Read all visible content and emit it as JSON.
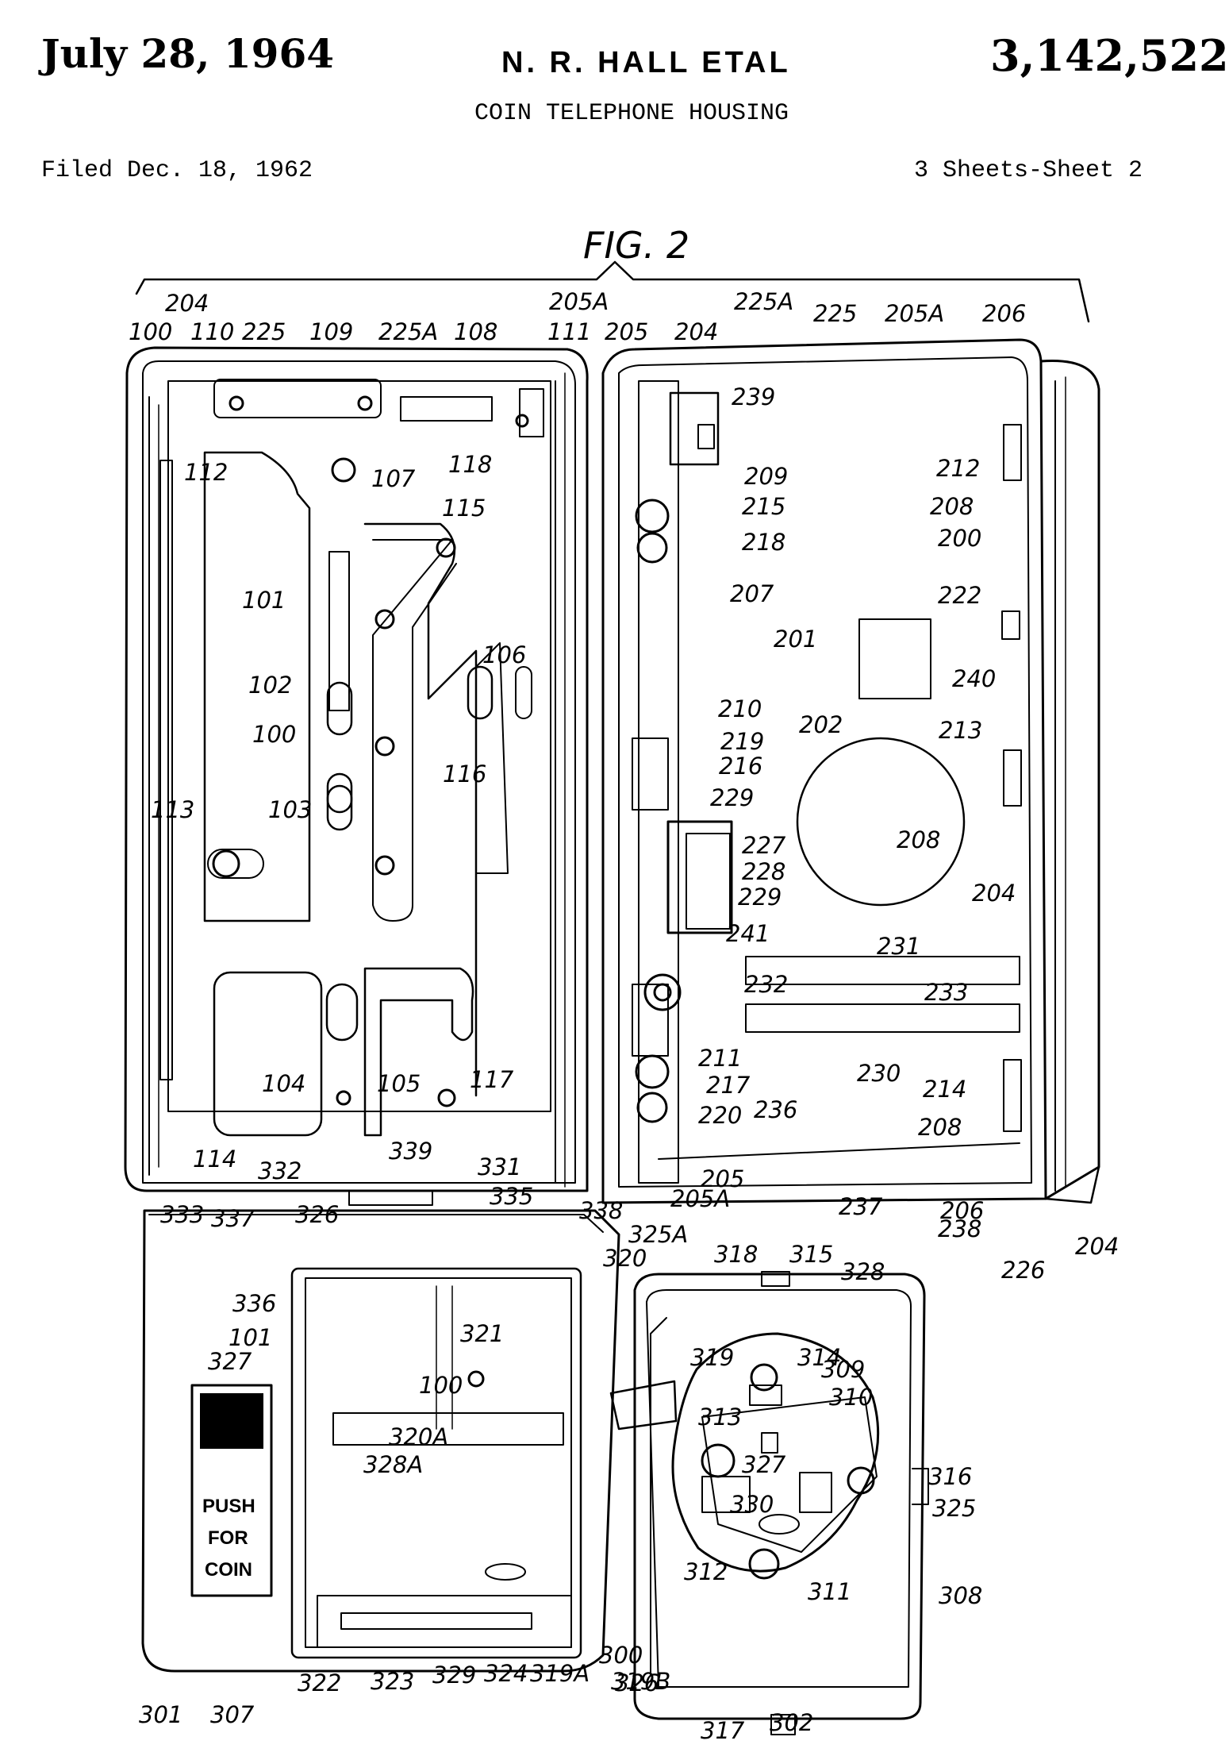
{
  "header": {
    "date": "July 28, 1964",
    "inventor": "N. R. HALL ETAL",
    "patent_number": "3,142,522",
    "title": "COIN TELEPHONE HOUSING",
    "filed": "Filed Dec. 18, 1962",
    "sheet": "3 Sheets-Sheet 2"
  },
  "figure": {
    "label": "FIG. 2",
    "stamp_lines": [
      "PUSH",
      "FOR",
      "COIN"
    ],
    "labels": [
      "204",
      "100",
      "110",
      "225",
      "109",
      "225A",
      "108",
      "111",
      "205A",
      "205",
      "204",
      "225A",
      "225",
      "205A",
      "206",
      "239",
      "112",
      "107",
      "118",
      "212",
      "209",
      "215",
      "208",
      "115",
      "218",
      "200",
      "101",
      "207",
      "222",
      "201",
      "106",
      "240",
      "102",
      "202",
      "213",
      "100",
      "210",
      "219",
      "216",
      "229",
      "116",
      "227",
      "208",
      "113",
      "103",
      "228",
      "229",
      "204",
      "241",
      "231",
      "232",
      "233",
      "104",
      "105",
      "117",
      "211",
      "230",
      "217",
      "214",
      "236",
      "220",
      "208",
      "114",
      "339",
      "332",
      "331",
      "335",
      "205",
      "333",
      "337",
      "326",
      "338",
      "205A",
      "237",
      "206",
      "238",
      "204",
      "226",
      "336",
      "325A",
      "320",
      "318",
      "315",
      "328",
      "101",
      "327",
      "321",
      "319",
      "314",
      "309",
      "100",
      "313",
      "310",
      "320A",
      "327",
      "316",
      "328A",
      "330",
      "325",
      "312",
      "311",
      "308",
      "322",
      "323",
      "329",
      "324",
      "319A",
      "319B",
      "300",
      "301",
      "307",
      "326",
      "317",
      "302"
    ]
  }
}
